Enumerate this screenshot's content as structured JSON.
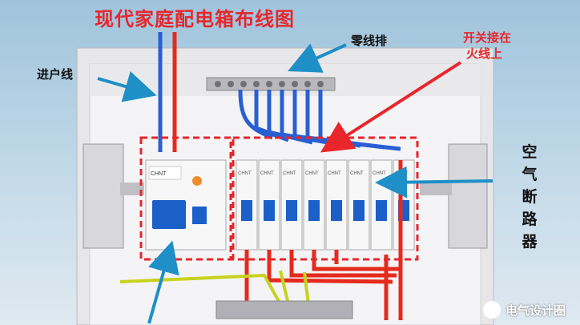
{
  "title": "现代家庭配电箱布线图",
  "labels": {
    "neutral_bar": "零线排",
    "incoming_line": "进户线",
    "switch_on_live_line1": "开关接在",
    "switch_on_live_line2": "火线上",
    "air_breaker": "空气断路器"
  },
  "watermark": "电气设计圈",
  "breaker_brand": "CHNT",
  "colors": {
    "title": "#e8262c",
    "arrow": "#1e8fc7",
    "red_arrow": "#e8262c",
    "live_wire": "#e52a1d",
    "neutral_wire": "#2a5fd3",
    "earth_wire": "#c8d21e",
    "breaker_toggle": "#1b5fc9"
  },
  "icons": [
    "chat-logo-icon"
  ]
}
